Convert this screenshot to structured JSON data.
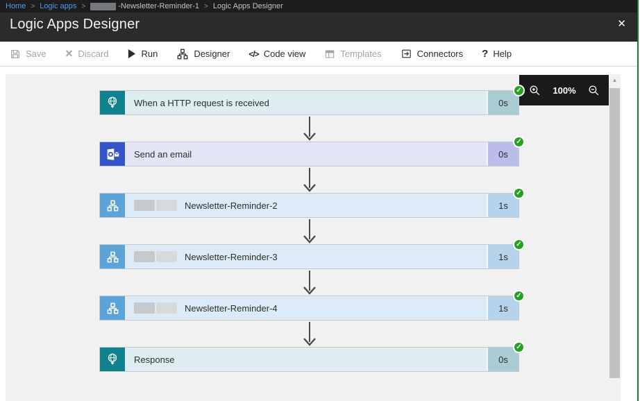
{
  "breadcrumb": {
    "separator": ">",
    "items": [
      {
        "label": "Home",
        "type": "link",
        "redacted_prefix": false
      },
      {
        "label": "Logic apps",
        "type": "link",
        "redacted_prefix": false
      },
      {
        "label": "-Newsletter-Reminder-1",
        "type": "text",
        "redacted_prefix": true
      },
      {
        "label": "Logic Apps Designer",
        "type": "text",
        "redacted_prefix": false
      }
    ]
  },
  "header": {
    "title": "Logic Apps Designer",
    "close_icon": "✕"
  },
  "toolbar": {
    "items": [
      {
        "label": "Save",
        "icon": "save-icon",
        "enabled": false
      },
      {
        "label": "Discard",
        "icon": "discard-icon",
        "enabled": false
      },
      {
        "label": "Run",
        "icon": "run-icon",
        "enabled": true
      },
      {
        "label": "Designer",
        "icon": "designer-icon",
        "enabled": true
      },
      {
        "label": "Code view",
        "icon": "code-view-icon",
        "enabled": true
      },
      {
        "label": "Templates",
        "icon": "templates-icon",
        "enabled": false
      },
      {
        "label": "Connectors",
        "icon": "connectors-icon",
        "enabled": true
      },
      {
        "label": "Help",
        "icon": "help-icon",
        "enabled": true
      }
    ]
  },
  "canvas": {
    "zoom_control": {
      "level": "100%",
      "zoom_in_icon": "zoom-in-icon",
      "zoom_out_icon": "zoom-out-icon"
    },
    "steps": [
      {
        "title": "When a HTTP request is received",
        "duration": "0s",
        "type": "http",
        "icon": "http-request-icon",
        "status": "succeeded",
        "redacted_prefix": false
      },
      {
        "title": "Send an email",
        "duration": "0s",
        "type": "outlook",
        "icon": "outlook-icon",
        "status": "succeeded",
        "redacted_prefix": false
      },
      {
        "title": "Newsletter-Reminder-2",
        "duration": "1s",
        "type": "logicapp",
        "icon": "logic-app-icon",
        "status": "succeeded",
        "redacted_prefix": true
      },
      {
        "title": "Newsletter-Reminder-3",
        "duration": "1s",
        "type": "logicapp",
        "icon": "logic-app-icon",
        "status": "succeeded",
        "redacted_prefix": true
      },
      {
        "title": "Newsletter-Reminder-4",
        "duration": "1s",
        "type": "logicapp",
        "icon": "logic-app-icon",
        "status": "succeeded",
        "redacted_prefix": true
      },
      {
        "title": "Response",
        "duration": "0s",
        "type": "http",
        "icon": "http-request-icon",
        "status": "succeeded",
        "redacted_prefix": false
      }
    ]
  },
  "colors": {
    "http_icon_bg": "#0f828e",
    "http_body": "#ddedf0",
    "http_badge": "#a9cbd2",
    "outlook_icon_bg": "#3355c8",
    "outlook_body": "#e4e4f7",
    "outlook_badge": "#b9bde9",
    "logicapp_icon_bg": "#5ba3d9",
    "logicapp_body": "#dcebf7",
    "logicapp_badge": "#b6d3ec",
    "success": "#23a121",
    "link": "#4f9bf0",
    "edge_line": "#1f7a1f"
  }
}
